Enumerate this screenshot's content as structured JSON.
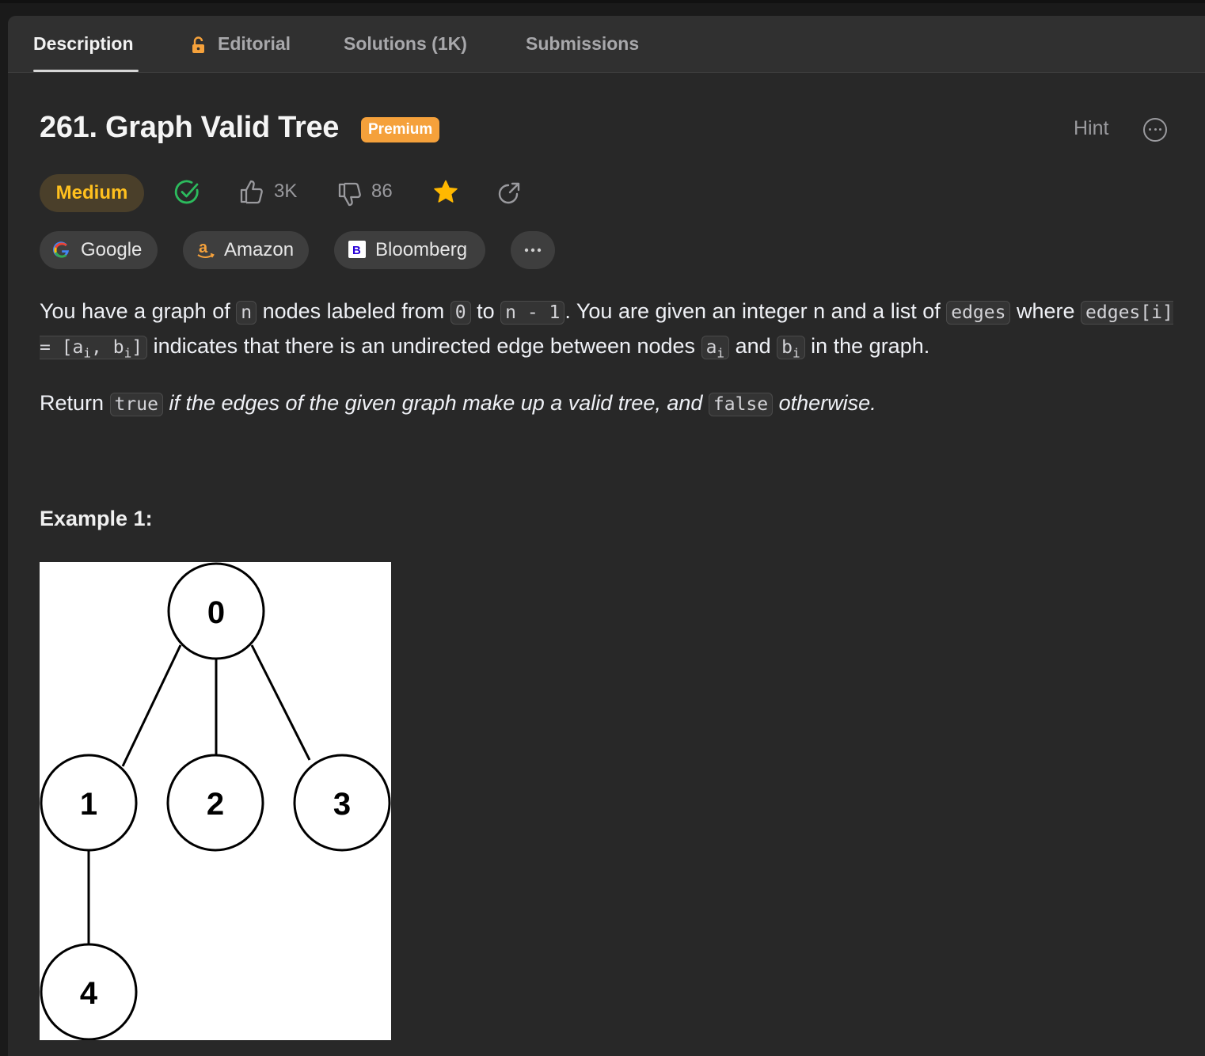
{
  "tabs": {
    "description": "Description",
    "editorial": "Editorial",
    "solutions": "Solutions (1K)",
    "submissions": "Submissions"
  },
  "problem": {
    "title": "261. Graph Valid Tree",
    "badge": "Premium",
    "hint_label": "Hint",
    "difficulty": "Medium",
    "likes": "3K",
    "dislikes": "86"
  },
  "companies": [
    {
      "name": "Google",
      "logo": "G"
    },
    {
      "name": "Amazon",
      "logo": "a"
    },
    {
      "name": "Bloomberg",
      "logo": "B"
    }
  ],
  "description": {
    "p1": {
      "t1": "You have a graph of ",
      "c1": "n",
      "t2": " nodes labeled from ",
      "c2": "0",
      "t3": " to ",
      "c3": "n - 1",
      "t4": ". You are given an integer n and a list of ",
      "c4": "edges",
      "t5": " where ",
      "c5a": "edges[i] = [a",
      "c5sub1": "i",
      "c5b": ", b",
      "c5sub2": "i",
      "c5c": "]",
      "t6": " indicates that there is an undirected edge between nodes ",
      "c6": "a",
      "c6sub": "i",
      "t7": " and ",
      "c7": "b",
      "c7sub": "i",
      "t8": " in the graph."
    },
    "p2": {
      "t1": "Return ",
      "c1": "true",
      "t2": " if the edges of the given graph make up a valid tree, and ",
      "c2": "false",
      "t3": " otherwise."
    }
  },
  "example": {
    "title": "Example 1:",
    "nodes": [
      "0",
      "1",
      "2",
      "3",
      "4"
    ]
  },
  "colors": {
    "medium": "#ffc01e",
    "premium": "#f5a13b",
    "solved": "#2cbb5d",
    "star": "#ffb800"
  }
}
